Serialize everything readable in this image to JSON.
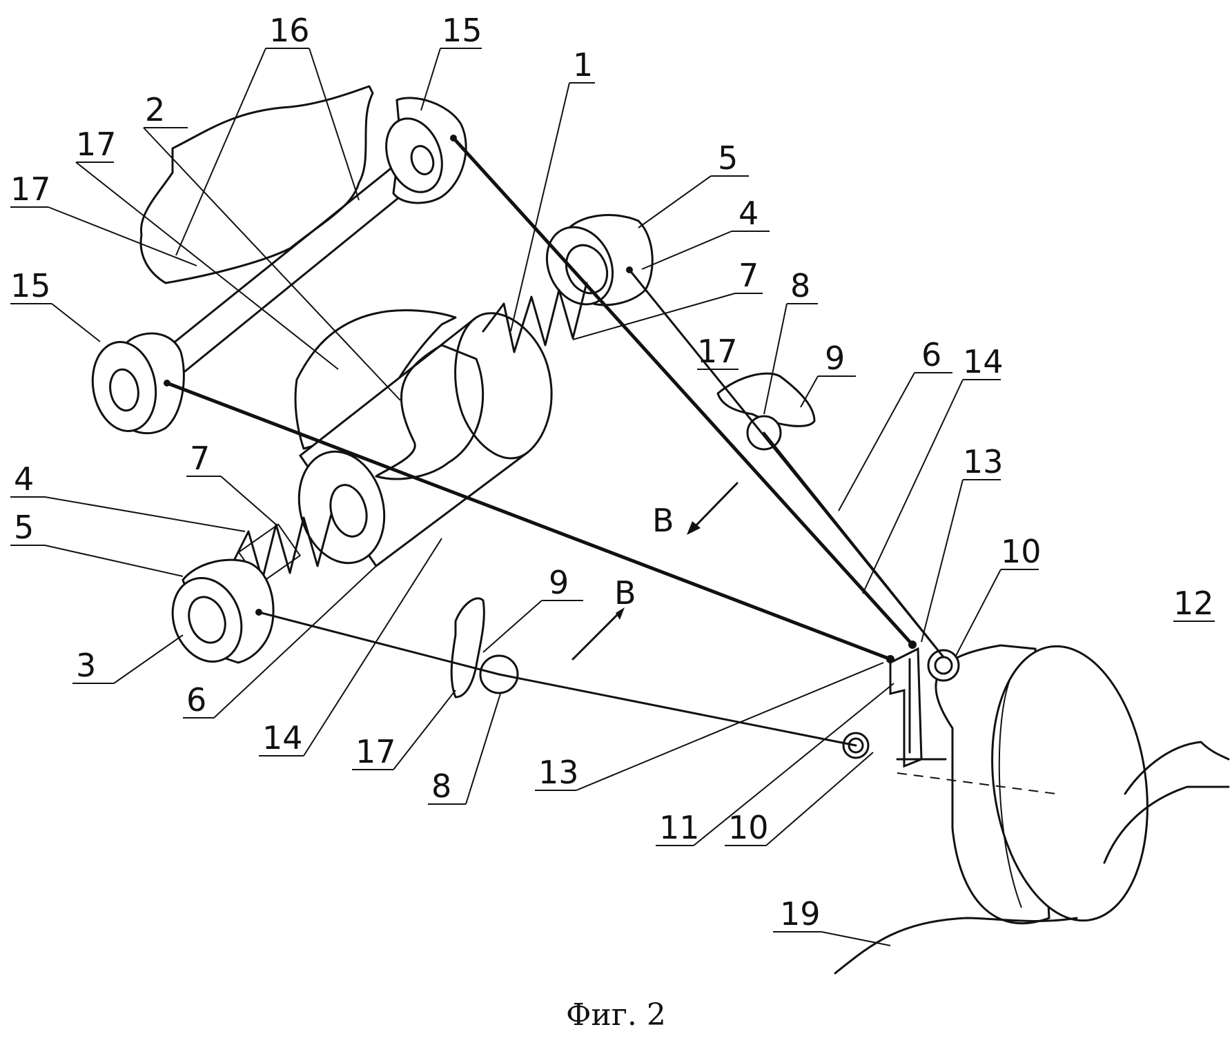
{
  "caption": "Фиг. 2",
  "labels": {
    "l1": "1",
    "l2": "2",
    "l3": "3",
    "l4a": "4",
    "l4b": "4",
    "l5a": "5",
    "l5b": "5",
    "l6a": "6",
    "l6b": "6",
    "l7a": "7",
    "l7b": "7",
    "l8a": "8",
    "l8b": "8",
    "l9a": "9",
    "l9b": "9",
    "l10a": "10",
    "l10b": "10",
    "l11": "11",
    "l12": "12",
    "l13a": "13",
    "l13b": "13",
    "l14a": "14",
    "l14b": "14",
    "l15a": "15",
    "l15b": "15",
    "l16": "16",
    "l17a": "17",
    "l17b": "17",
    "l17c": "17",
    "l17d": "17",
    "l19": "19",
    "lBa": "B",
    "lBb": "B"
  }
}
